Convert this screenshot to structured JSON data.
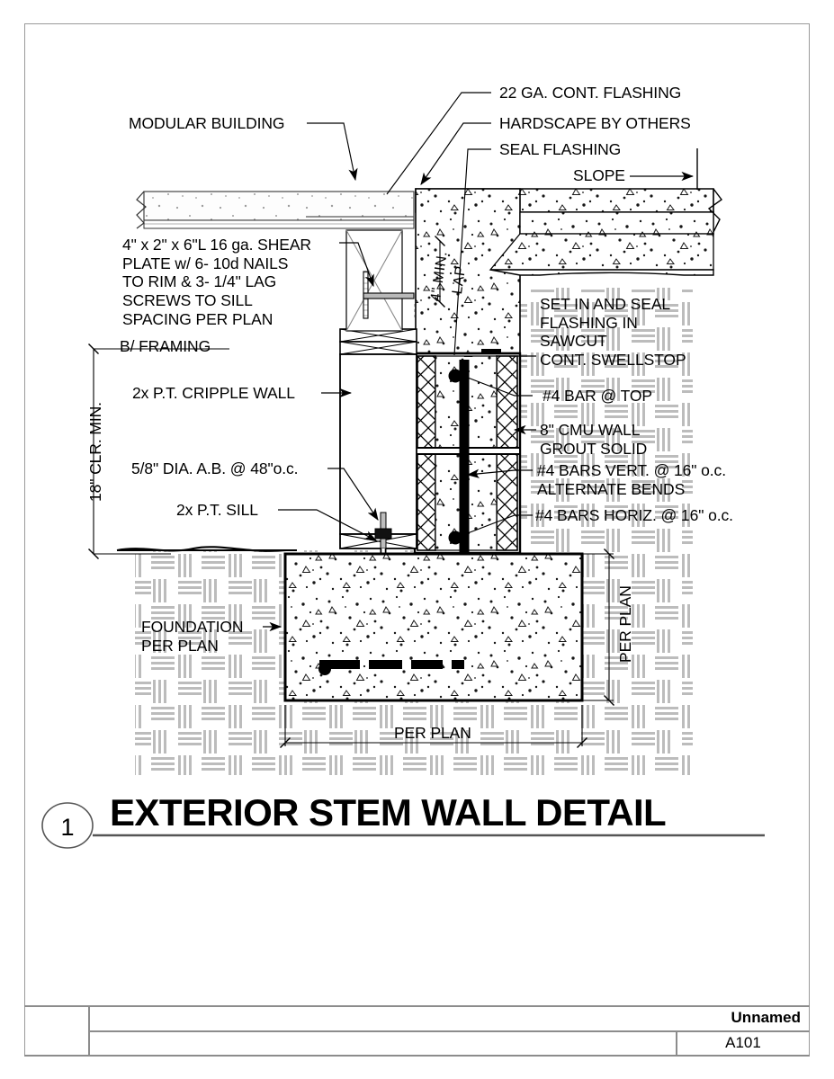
{
  "sheet": {
    "detail_number": "1",
    "detail_title": "EXTERIOR STEM WALL DETAIL",
    "title_block": {
      "project_name": "Unnamed",
      "sheet_number": "A101"
    }
  },
  "annotations": {
    "modular_building": "MODULAR BUILDING",
    "cont_flashing": "22 GA. CONT. FLASHING",
    "hardscape": "HARDSCAPE BY OTHERS",
    "seal_flashing": "SEAL FLASHING",
    "slope": "SLOPE",
    "shear_plate": "4\" x 2\" x 6\"L 16 ga. SHEAR\nPLATE w/ 6- 10d NAILS\nTO RIM & 3- 1/4\" LAG\nSCREWS TO SILL\nSPACING PER PLAN",
    "b_framing": "B/ FRAMING",
    "clr_min": "18\" CLR. MIN.",
    "cripple_wall": "2x P.T. CRIPPLE WALL",
    "anchor_bolt": "5/8\" DIA. A.B. @ 48\"o.c.",
    "pt_sill": "2x P.T. SILL",
    "lap": "LAP",
    "lap_min": "4\" MIN.",
    "sawcut_note": "SET IN AND SEAL\nFLASHING IN\nSAWCUT\nCONT. SWELLSTOP",
    "bar_top": "#4 BAR @ TOP",
    "cmu_wall": "8\" CMU WALL\nGROUT SOLID",
    "bars_vert": "#4 BARS VERT. @ 16\" o.c.\nALTERNATE BENDS",
    "bars_horiz": "#4 BARS HORIZ. @ 16\" o.c.",
    "foundation": "FOUNDATION\nPER PLAN",
    "footing_width": "PER PLAN",
    "footing_depth": "PER PLAN"
  },
  "colors": {
    "ink": "#000000",
    "border": "#9a9a9a",
    "earth_hatch": "#b5b5b5",
    "concrete_speck": "#1a1a1a",
    "rebar": "#000000"
  }
}
